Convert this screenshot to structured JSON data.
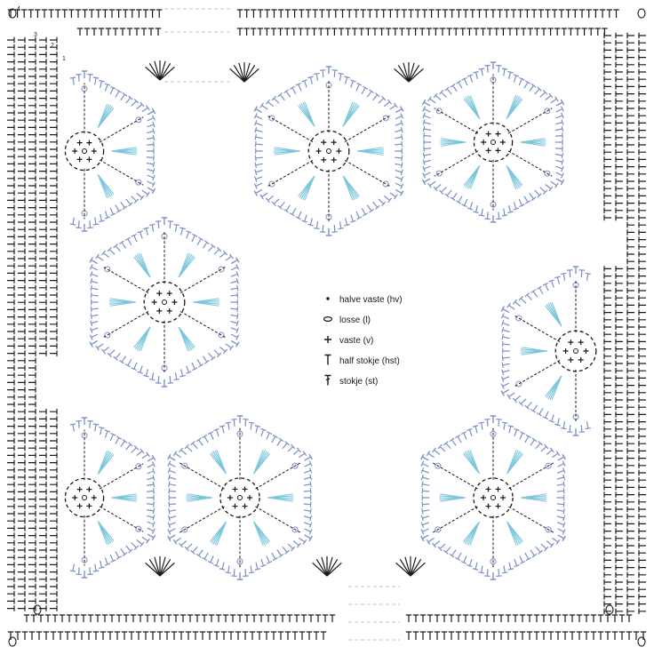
{
  "legend": {
    "items": [
      {
        "symbol": "dot-icon",
        "label": "halve vaste (hv)"
      },
      {
        "symbol": "oval-icon",
        "label": "losse (l)"
      },
      {
        "symbol": "plus-icon",
        "label": "vaste (v)"
      },
      {
        "symbol": "half-stitch-icon",
        "label": "half stokje (hst)"
      },
      {
        "symbol": "stitch-icon",
        "label": "stokje (st)"
      }
    ]
  },
  "round_numbers": [
    "4",
    "3",
    "2",
    "1"
  ],
  "colors": {
    "stitch_dark": "#1a1a1a",
    "hexagon_outline": "#7b8fc4",
    "hexagon_inner": "#7cc6dd",
    "join_line": "#b9c6d6"
  }
}
